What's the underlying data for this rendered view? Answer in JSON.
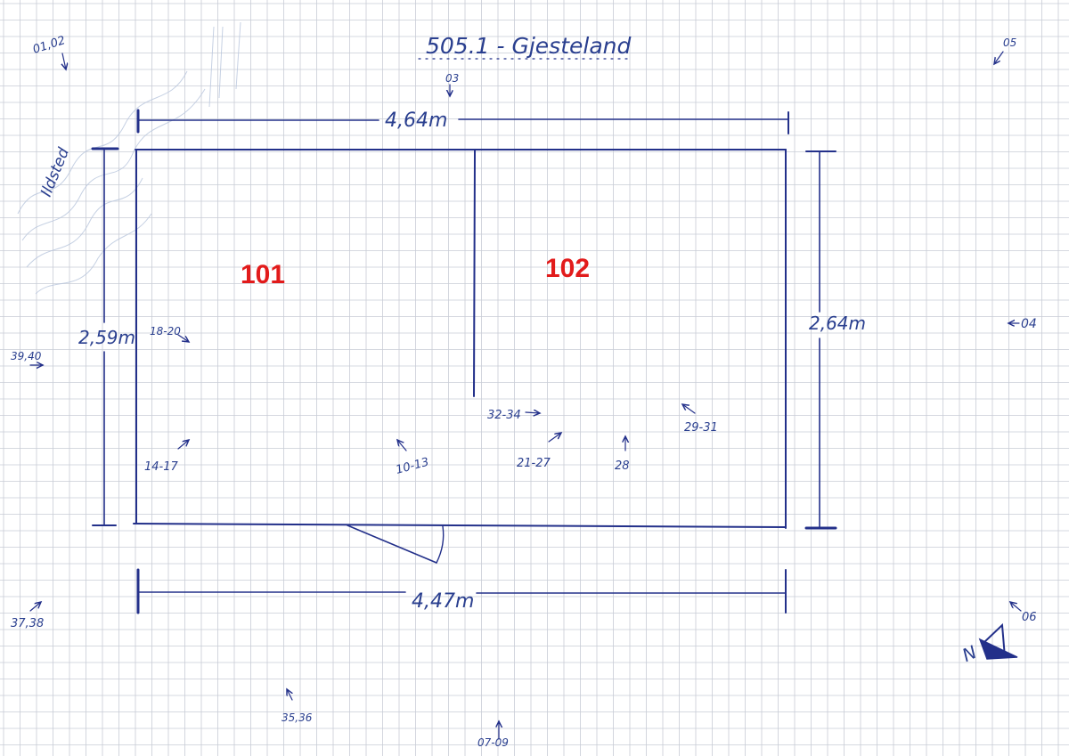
{
  "title": "505.1 - Gjesteland",
  "colors": {
    "ink": "#23308a",
    "room_label": "#e21b1b",
    "grid": "#c8ccd6",
    "paper": "#ffffff"
  },
  "rooms": [
    {
      "label": "101"
    },
    {
      "label": "102"
    }
  ],
  "dimensions": {
    "top_width": "4,64m",
    "bottom_width": "4,47m",
    "left_height": "2,59m",
    "right_height": "2,64m"
  },
  "margin_notes": {
    "ildsted": "Ildsted"
  },
  "photo_refs": {
    "r01_02": "01,02",
    "r03": "03",
    "r04": "04",
    "r05": "05",
    "r06": "06",
    "r07_09": "07-09",
    "r10_13": "10-13",
    "r14_17": "14-17",
    "r18_20": "18-20",
    "r21_27": "21-27",
    "r28": "28",
    "r29_31": "29-31",
    "r32_34": "32-34",
    "r35_36": "35,36",
    "r37_38": "37,38",
    "r39_40": "39,40"
  },
  "north_arrow_label": "N"
}
